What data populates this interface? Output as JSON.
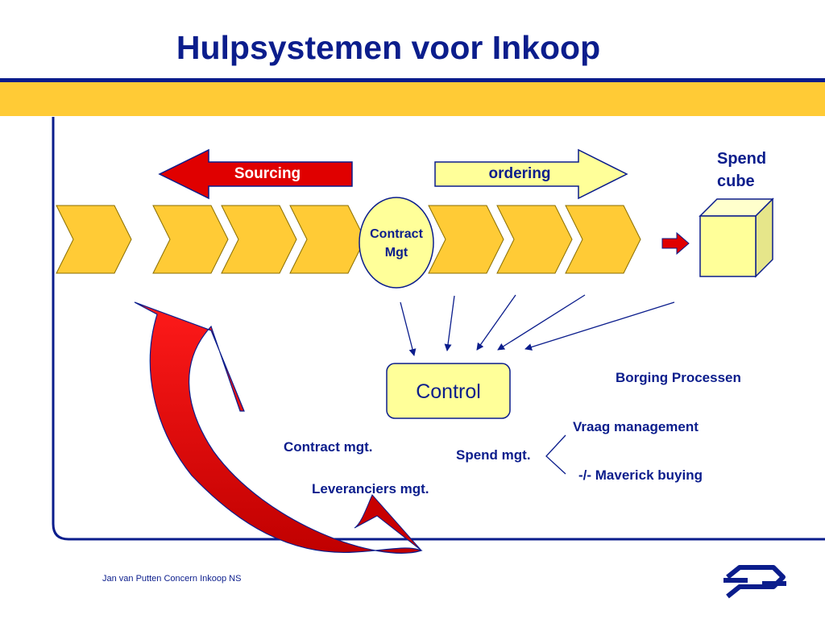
{
  "title": "Hulpsystemen voor Inkoop",
  "arrows": {
    "sourcing": "Sourcing",
    "ordering": "ordering"
  },
  "contract_node": {
    "line1": "Contract",
    "line2": "Mgt"
  },
  "spend_cube": {
    "line1": "Spend",
    "line2": "cube"
  },
  "control": "Control",
  "labels": {
    "borging": "Borging Processen",
    "contract_mgt": "Contract mgt.",
    "leveranciers_mgt": "Leveranciers mgt.",
    "spend_mgt": "Spend mgt.",
    "vraag_management": "Vraag management",
    "maverick_buying": "-/- Maverick buying"
  },
  "footer": "Jan van Putten Concern Inkoop NS",
  "colors": {
    "navy": "#0b1d8c",
    "chevron": "#ffcb36",
    "light_yellow": "#ffff99",
    "red": "#e00000",
    "dark_red": "#c80000"
  },
  "logo": "ns-logo-icon"
}
